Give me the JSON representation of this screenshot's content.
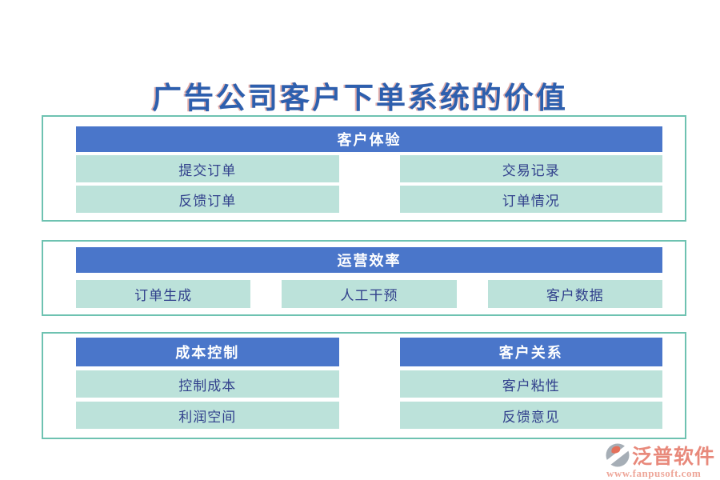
{
  "title": "广告公司客户下单系统的价值",
  "colors": {
    "title_blue": "#2D5FAE",
    "header_blue": "#4A76CA",
    "header_text": "#FFFFFF",
    "item_mint": "#BCE2DA",
    "item_text": "#31408C",
    "border_teal": "#6EC2B1",
    "brand_salmon": "#E8897B",
    "website_salmon": "#EEA699",
    "logo_gray": "#A6AEB6",
    "logo_orange": "#E4705A"
  },
  "sections": [
    {
      "header": "客户体验",
      "items": [
        "提交订单",
        "交易记录",
        "反馈订单",
        "订单情况"
      ]
    },
    {
      "header": "运营效率",
      "items": [
        "订单生成",
        "人工干预",
        "客户数据"
      ]
    }
  ],
  "bottom_groups": [
    {
      "header": "成本控制",
      "items": [
        "控制成本",
        "利润空间"
      ]
    },
    {
      "header": "客户关系",
      "items": [
        "客户粘性",
        "反馈意见"
      ]
    }
  ],
  "watermark": {
    "brand": "泛普软件",
    "website": "www.fanpusoft.com"
  }
}
